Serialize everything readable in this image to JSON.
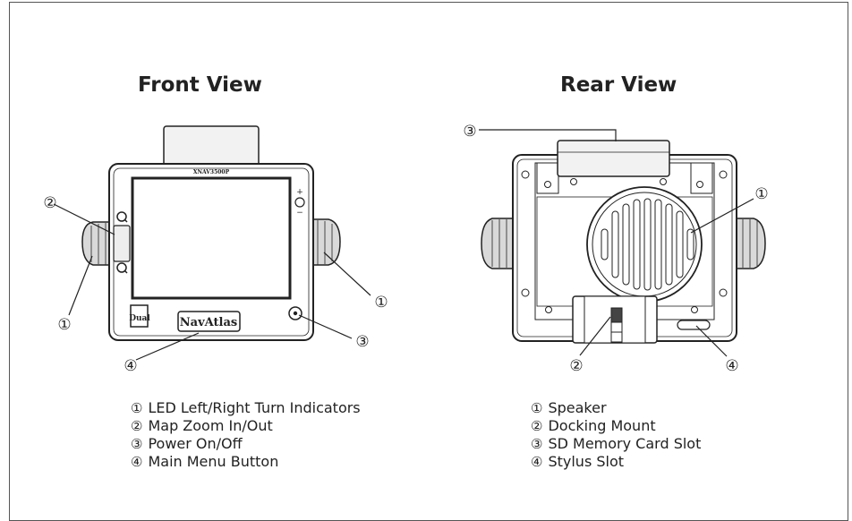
{
  "front": {
    "title": "Front View",
    "model_text": "XNAV3500P",
    "brand_badge": "Dual",
    "logo_text": "NavAtlas",
    "plus_symbol": "+",
    "minus_symbol": "−",
    "callouts": [
      "①",
      "②",
      "③",
      "④"
    ],
    "legend": [
      {
        "num": "①",
        "label": "LED Left/Right Turn Indicators"
      },
      {
        "num": "②",
        "label": "Map Zoom In/Out"
      },
      {
        "num": "③",
        "label": "Power On/Off"
      },
      {
        "num": "④",
        "label": "Main Menu Button"
      }
    ]
  },
  "rear": {
    "title": "Rear View",
    "callouts": [
      "①",
      "②",
      "③",
      "④"
    ],
    "legend": [
      {
        "num": "①",
        "label": "Speaker"
      },
      {
        "num": "②",
        "label": "Docking Mount"
      },
      {
        "num": "③",
        "label": "SD Memory Card Slot"
      },
      {
        "num": "④",
        "label": "Stylus Slot"
      }
    ]
  }
}
